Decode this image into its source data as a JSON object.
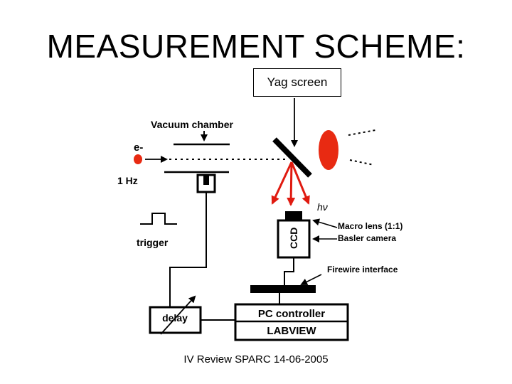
{
  "slide": {
    "title": "MEASUREMENT SCHEME:",
    "footer": "IV Review SPARC 14-06-2005"
  },
  "diagram": {
    "yag_screen_label": "Yag screen",
    "vacuum_chamber_label": "Vacuum chamber",
    "electron_label": "e-",
    "frequency_label": "1 Hz",
    "photon_label": "hν",
    "ccd_label": "CCD",
    "macro_lens_label": "Macro lens (1:1)",
    "basler_label": "Basler camera",
    "firewire_label": "Firewire interface",
    "trigger_label": "trigger",
    "delay_label": "delay",
    "pc_controller_label": "PC controller",
    "labview_label": "LABVIEW",
    "colors": {
      "electron": "#e82a12",
      "light_rays": "#e01a10",
      "ink": "#000000"
    }
  }
}
